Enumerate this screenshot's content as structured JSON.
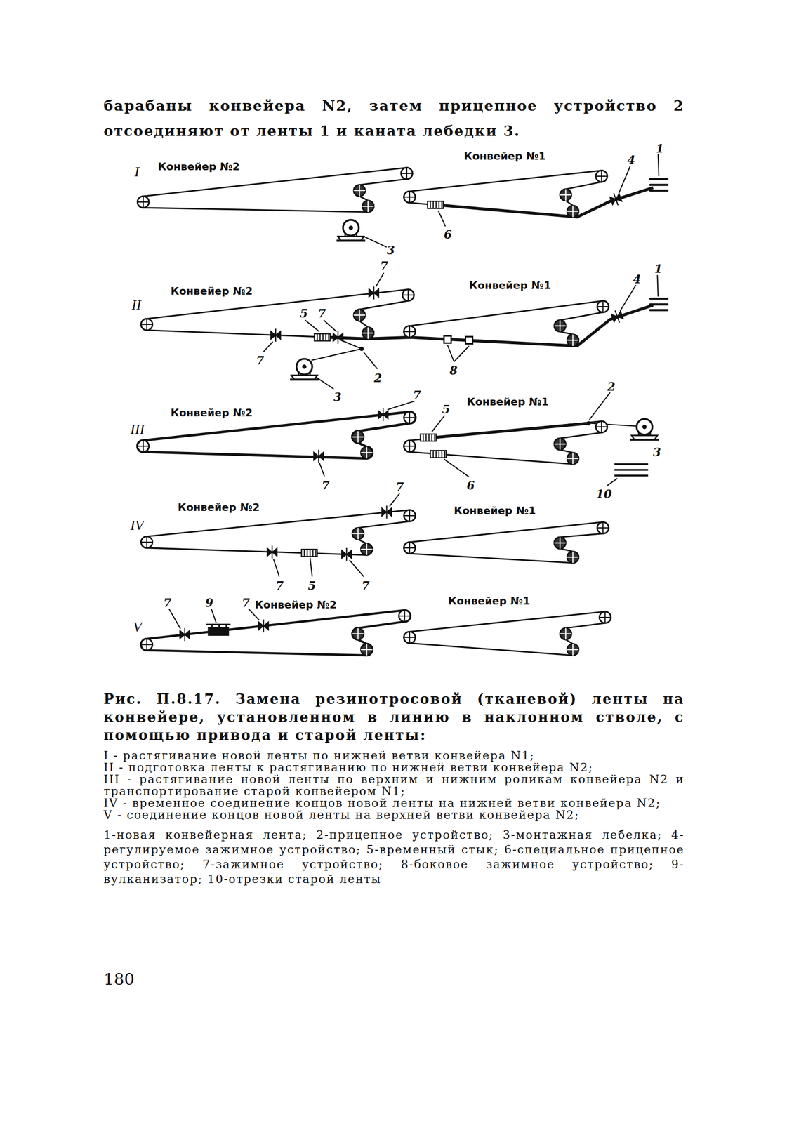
{
  "diagram": {
    "caption": "Рис. П.8.17. Замена резинотросовой (тканевой) ленты на конвейере, установленном в линию в наклонном стволе, с помощью привода и старой ленты:",
    "labels": [
      "барабаны конвейера N2, затем прицепное устройство 2 отсоединяют от ленты 1 и каната лебедки 3.",
      "I",
      "Конвейер №2",
      "Конвейер №1",
      "4",
      "1",
      "6",
      "3",
      "II",
      "Конвейер №2",
      "7",
      "Конвейер №1",
      "4",
      "1",
      "5",
      "7",
      "7",
      "2",
      "3",
      "8",
      "III",
      "Конвейер №2",
      "7",
      "5",
      "Конвейер №1",
      "2",
      "3",
      "10",
      "7",
      "6",
      "IV",
      "Конвейер №2",
      "7",
      "Конвейер №1",
      "7",
      "5",
      "7",
      "7",
      "9",
      "7",
      "Конвейер №2",
      "Конвейер №1",
      "V",
      "I - растягивание новой ленты по нижней ветви конвейера N1;",
      "II - подготовка ленты к растягиванию по нижней ветви конвейера N2;",
      "III - растягивание новой ленты по верхним и нижним роликам конвейера N2 и транспортирование старой конвейером N1;",
      "IV - временное соединение концов новой ленты на нижней ветви конвейера N2;",
      "V - соединение концов новой ленты на верхней ветви конвейера N2;",
      "1-новая конвейерная лента; 2-прицепное устройство; 3-монтажная лебелка; 4-регулируемое зажимное устройство; 5-временный стык; 6-специальное прицепное устройство; 7-зажимное устройство; 8-боковое зажимное устройство; 9-вулканизатор; 10-отрезки старой ленты",
      "180"
    ]
  }
}
